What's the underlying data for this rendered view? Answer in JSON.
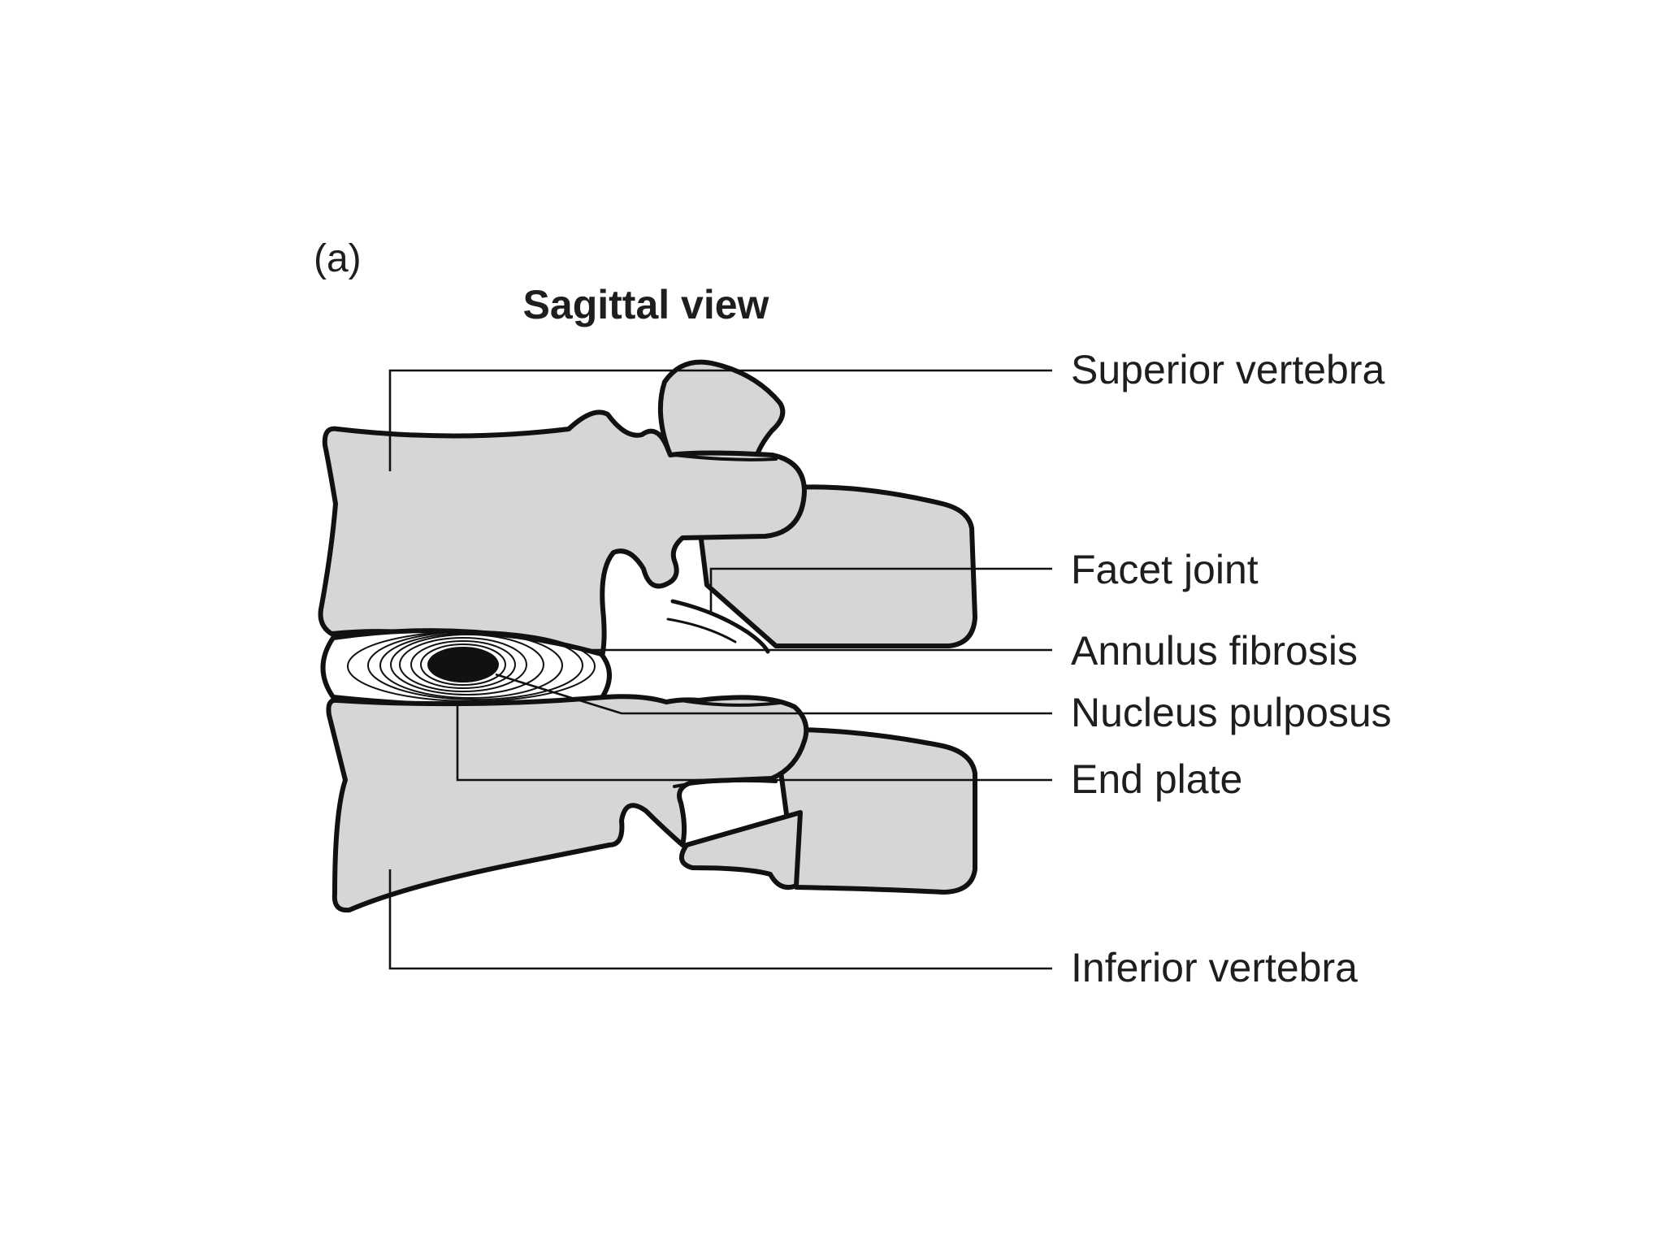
{
  "figure": {
    "panel_label": "(a)",
    "title": "Sagittal view",
    "labels": {
      "superior_vertebra": "Superior vertebra",
      "facet_joint": "Facet joint",
      "annulus_fibrosis": "Annulus fibrosis",
      "nucleus_pulposus": "Nucleus pulposus",
      "end_plate": "End plate",
      "inferior_vertebra": "Inferior vertebra"
    }
  },
  "colors": {
    "bone": "#d6d6d6",
    "outline": "#111111",
    "text": "#1e1e1e",
    "nucleus": "#111111"
  }
}
